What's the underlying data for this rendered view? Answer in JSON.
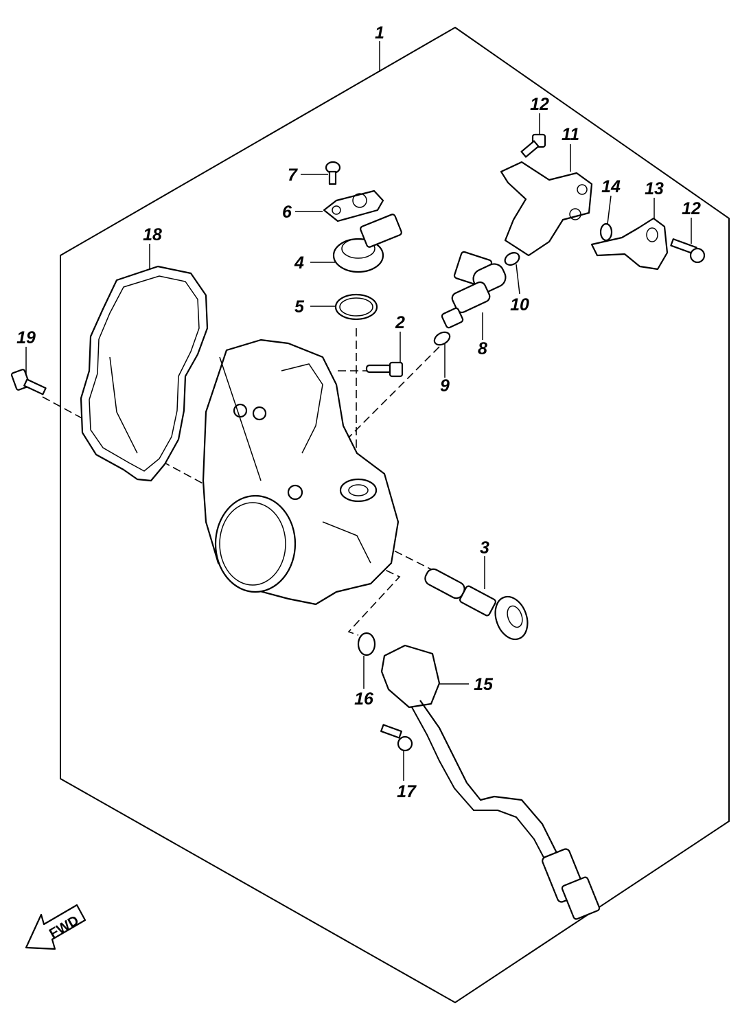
{
  "callouts": [
    {
      "id": "1",
      "label": "1"
    },
    {
      "id": "2",
      "label": "2"
    },
    {
      "id": "3",
      "label": "3"
    },
    {
      "id": "4",
      "label": "4"
    },
    {
      "id": "5",
      "label": "5"
    },
    {
      "id": "6",
      "label": "6"
    },
    {
      "id": "7",
      "label": "7"
    },
    {
      "id": "8",
      "label": "8"
    },
    {
      "id": "9",
      "label": "9"
    },
    {
      "id": "10",
      "label": "10"
    },
    {
      "id": "11",
      "label": "11"
    },
    {
      "id": "12a",
      "label": "12"
    },
    {
      "id": "12b",
      "label": "12"
    },
    {
      "id": "13",
      "label": "13"
    },
    {
      "id": "14",
      "label": "14"
    },
    {
      "id": "15",
      "label": "15"
    },
    {
      "id": "16",
      "label": "16"
    },
    {
      "id": "17",
      "label": "17"
    },
    {
      "id": "18",
      "label": "18"
    },
    {
      "id": "19",
      "label": "19"
    }
  ],
  "direction_marker": {
    "label": "FWD",
    "icon": "arrow-left-down-icon"
  },
  "colors": {
    "ink": "#000000",
    "paper": "#ffffff"
  }
}
